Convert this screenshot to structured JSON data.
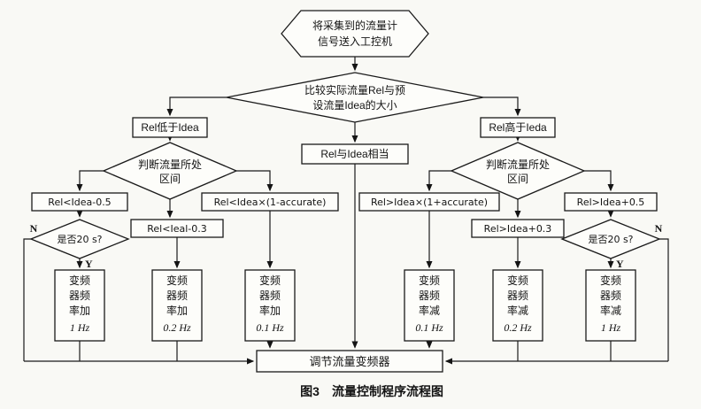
{
  "caption": {
    "fig": "图3",
    "title": "流量控制程序流程图"
  },
  "flow": {
    "start": [
      "将采集到的流量计",
      "信号送入工控机"
    ],
    "compare": [
      "比较实际流量Rel与预",
      "设流量Idea的大小"
    ],
    "rel_low": "Rel低于Idea",
    "rel_equal": "Rel与Idea相当",
    "rel_high": "Rel高于Ieda",
    "judge_left": [
      "判断流量所处",
      "区间"
    ],
    "judge_right": [
      "判断流量所处",
      "区间"
    ],
    "cond_l1": "Rel<Idea-0.5",
    "cond_l2": "Rel<Ieal-0.3",
    "cond_l3": "Rel<Idea×(1-accurate)",
    "cond_r1": "Rel>Idea×(1+accurate)",
    "cond_r2": "Rel>Idea+0.3",
    "cond_r3": "Rel>Idea+0.5",
    "timer_left": "是否20 s?",
    "timer_right": "是否20 s?",
    "no_label": "N",
    "yes_label": "Y",
    "act1": [
      "变频",
      "器频",
      "率加",
      "1 Hz"
    ],
    "act2": [
      "变频",
      "器频",
      "率加",
      "0.2 Hz"
    ],
    "act3": [
      "变频",
      "器频",
      "率加",
      "0.1 Hz"
    ],
    "act4": [
      "变频",
      "器频",
      "率减",
      "0.1 Hz"
    ],
    "act5": [
      "变频",
      "器频",
      "率减",
      "0.2 Hz"
    ],
    "act6": [
      "变频",
      "器频",
      "率减",
      "1 Hz"
    ],
    "final": "调节流量变频器"
  }
}
